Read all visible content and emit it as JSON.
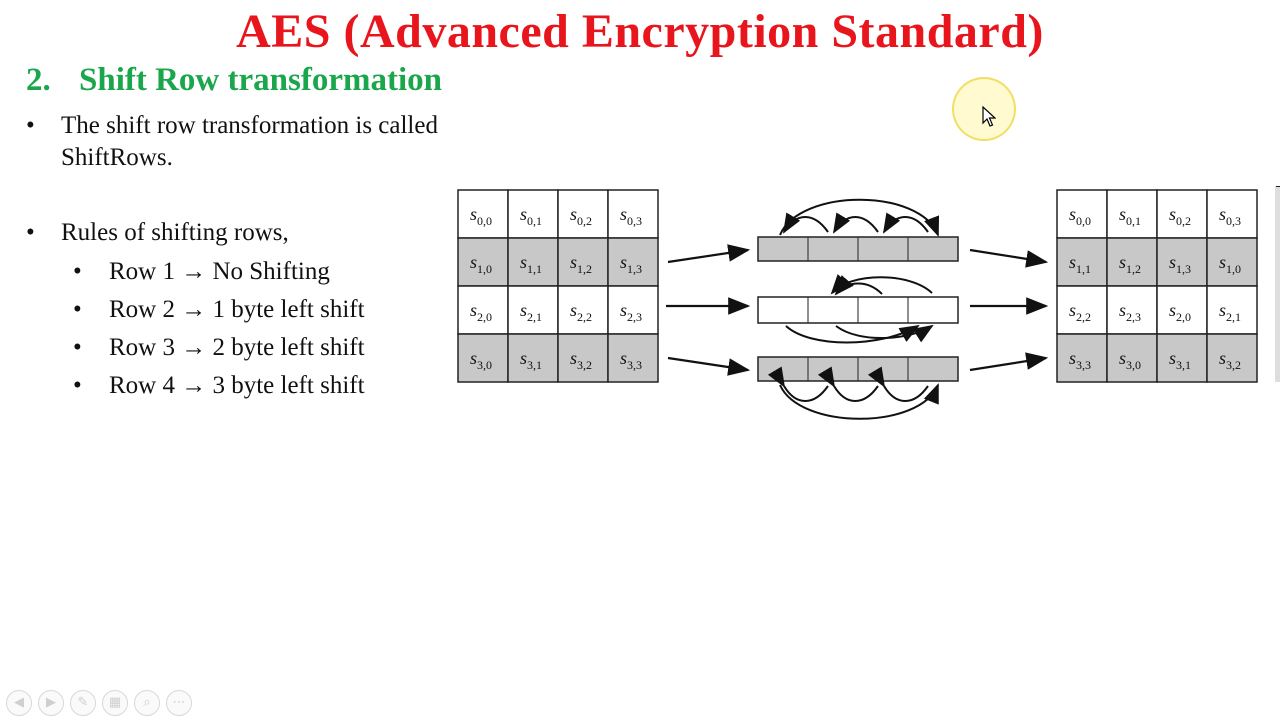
{
  "slide": {
    "title": "AES (Advanced Encryption Standard)",
    "section_number": "2.",
    "section_title": "Shift Row transformation",
    "bullets": [
      {
        "line1": "The shift row transformation is called",
        "line2": "ShiftRows."
      },
      {
        "line1": "Rules of shifting rows,"
      }
    ],
    "rules": [
      "Row 1 → No Shifting",
      "Row 2 → 1 byte left shift",
      "Row 3 → 2 byte left shift",
      "Row 4 → 3 byte left shift"
    ]
  },
  "diagram": {
    "input_state": [
      [
        "s0,0",
        "s0,1",
        "s0,2",
        "s0,3"
      ],
      [
        "s1,0",
        "s1,1",
        "s1,2",
        "s1,3"
      ],
      [
        "s2,0",
        "s2,1",
        "s2,2",
        "s2,3"
      ],
      [
        "s3,0",
        "s3,1",
        "s3,2",
        "s3,3"
      ]
    ],
    "output_state": [
      [
        "s0,0",
        "s0,1",
        "s0,2",
        "s0,3"
      ],
      [
        "s1,1",
        "s1,2",
        "s1,3",
        "s1,0"
      ],
      [
        "s2,2",
        "s2,3",
        "s2,0",
        "s2,1"
      ],
      [
        "s3,3",
        "s3,0",
        "s3,1",
        "s3,2"
      ]
    ],
    "shaded_rows": [
      1,
      3
    ],
    "shade_color": "#c8c8c8"
  },
  "toolbar": {
    "icons": [
      "prev-icon",
      "next-icon",
      "pen-icon",
      "slides-icon",
      "zoom-icon",
      "more-icon"
    ],
    "glyphs": [
      "◀",
      "▶",
      "✎",
      "▦",
      "⌕",
      "⋯"
    ]
  },
  "colors": {
    "title": "#e8151c",
    "heading": "#1aa64a"
  }
}
